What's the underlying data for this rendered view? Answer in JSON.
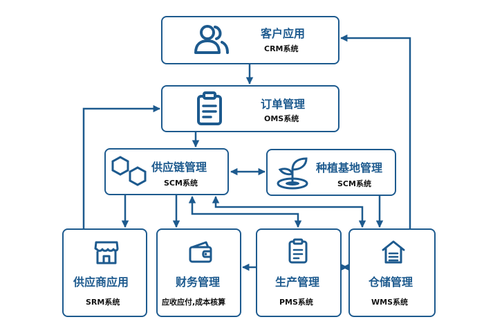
{
  "nodes": {
    "crm": {
      "title": "客户应用",
      "sub": "CRM系统"
    },
    "oms": {
      "title": "订单管理",
      "sub": "OMS系统"
    },
    "scm": {
      "title": "供应链管理",
      "sub": "SCM系统"
    },
    "plant": {
      "title": "种植基地管理",
      "sub": "SCM系统"
    },
    "srm": {
      "title": "供应商应用",
      "sub": "SRM系统"
    },
    "fin": {
      "title": "财务管理",
      "sub": "应收应付,成本核算"
    },
    "pms": {
      "title": "生产管理",
      "sub": "PMS系统"
    },
    "wms": {
      "title": "仓储管理",
      "sub": "WMS系统"
    }
  },
  "icons": {
    "crm": "users-icon",
    "oms": "clipboard-list-icon",
    "scm": "hexagon-chain-icon",
    "plant": "sprout-icon",
    "srm": "store-icon",
    "fin": "wallet-icon",
    "pms": "clipboard-icon",
    "wms": "warehouse-icon"
  },
  "colors": {
    "primary": "#1d5a8e",
    "subtext": "#111111",
    "background": "#ffffff"
  }
}
